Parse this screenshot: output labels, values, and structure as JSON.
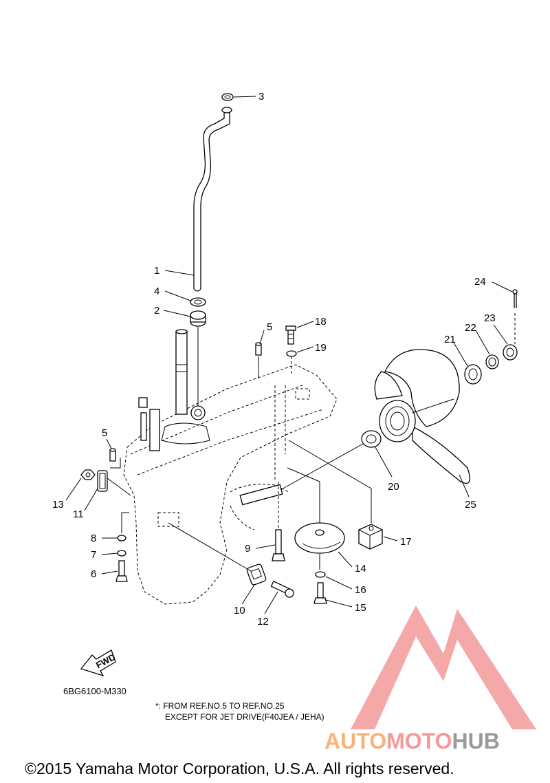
{
  "callouts": [
    "1",
    "2",
    "3",
    "4",
    "5",
    "5",
    "6",
    "7",
    "8",
    "9",
    "10",
    "11",
    "12",
    "13",
    "14",
    "15",
    "16",
    "17",
    "18",
    "19",
    "20",
    "21",
    "22",
    "23",
    "24",
    "25"
  ],
  "fwd_label": "FWD",
  "diagram_code": "6BG6100-M330",
  "note_line1": "*: FROM REF.NO.5 TO REF.NO.25",
  "note_line2": "EXCEPT FOR JET DRIVE(F40JEA / JEHA)",
  "copyright": "©2015 Yamaha Motor Corporation, U.S.A. All rights reserved.",
  "watermark": {
    "part1": "AUTO",
    "part2": "MOTO",
    "part3": "HUB",
    "color_orange": "#f7b27a",
    "color_red": "#f39a9a",
    "color_gray": "#9a9a9a"
  }
}
